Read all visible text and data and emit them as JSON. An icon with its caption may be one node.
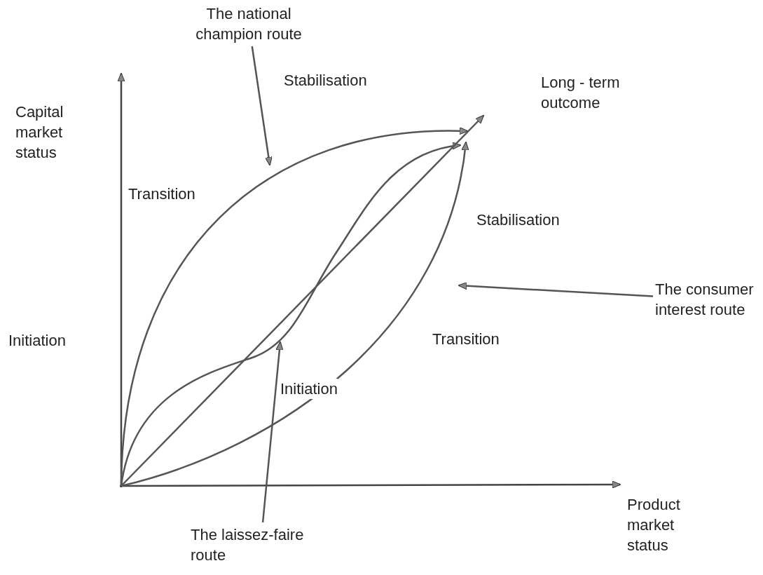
{
  "diagram": {
    "nodes": [
      {
        "text": [
          "The national champion route"
        ]
      },
      {
        "text": [
          "The consumer interest route"
        ]
      },
      {
        "text": [
          "The laissez-faire route"
        ]
      },
      {
        "text": [
          "Long - term outcome"
        ]
      }
    ],
    "edges": [
      {
        "from": 0,
        "to": null,
        "arrow": "to"
      },
      {
        "from": 1,
        "to": null,
        "arrow": "to"
      },
      {
        "from": 2,
        "to": null,
        "arrow": "to"
      },
      {
        "from": null,
        "to": 3,
        "arrow": "to"
      }
    ],
    "labels": [
      "Capital market status",
      "Stabilisation",
      "Transition",
      "Stabilisation",
      "Initiation",
      "Transition",
      "Initiation",
      "Product market status"
    ]
  }
}
